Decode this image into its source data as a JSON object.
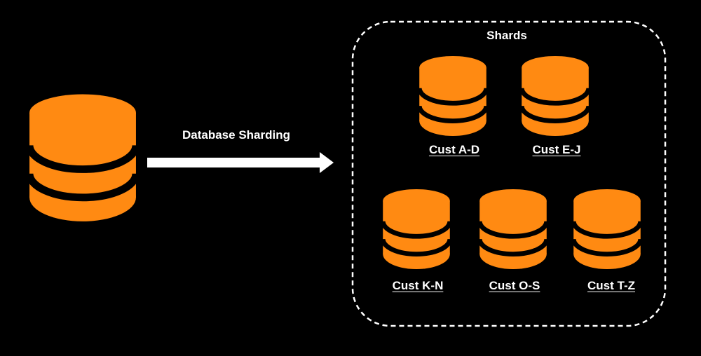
{
  "colors": {
    "background": "#000000",
    "database": "#ff8a12",
    "text": "#ffffff",
    "arrow": "#ffffff",
    "border": "#ffffff"
  },
  "source": {
    "icon": "database-icon"
  },
  "arrow": {
    "label": "Database Sharding",
    "icon": "arrow-right-icon"
  },
  "shards": {
    "title": "Shards",
    "items": [
      {
        "label": "Cust A-D",
        "icon": "database-icon"
      },
      {
        "label": "Cust E-J",
        "icon": "database-icon"
      },
      {
        "label": "Cust K-N",
        "icon": "database-icon"
      },
      {
        "label": "Cust O-S",
        "icon": "database-icon"
      },
      {
        "label": "Cust T-Z",
        "icon": "database-icon"
      }
    ]
  }
}
